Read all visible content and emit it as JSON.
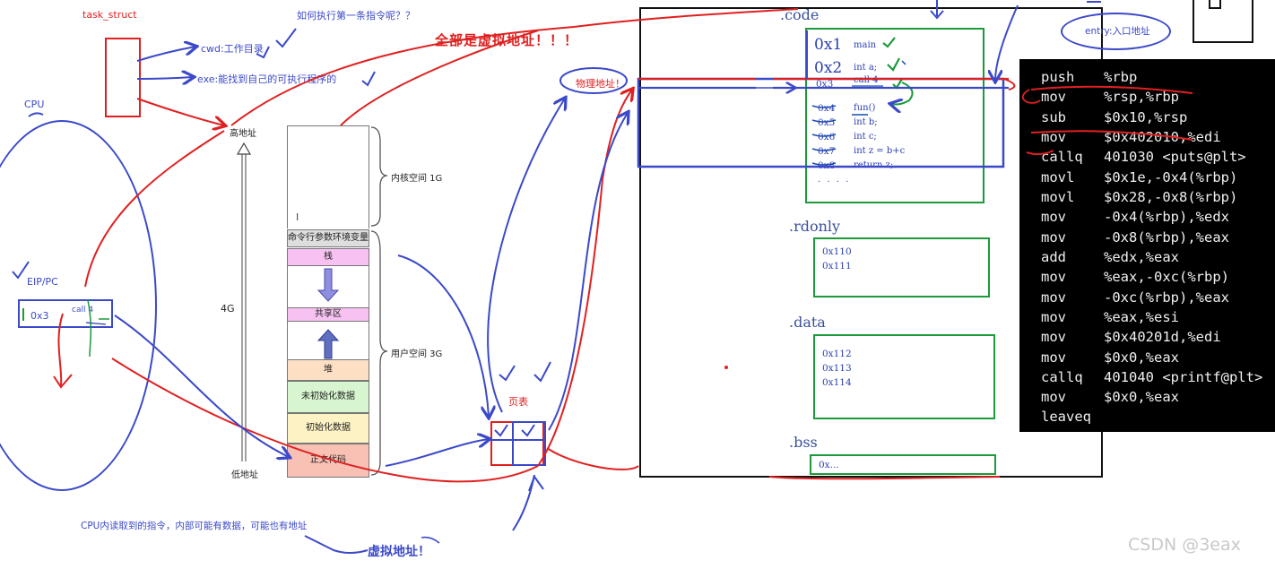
{
  "labels": {
    "task_struct": "task_struct",
    "question": "如何执行第一条指令呢？？",
    "cwd": "cwd:工作目录",
    "exe": "exe:能找到自己的可执行程序的",
    "all_virtual": "全部是虚拟地址！！！",
    "physical": "物理地址！",
    "cpu": "CPU",
    "eip_pc": "EIP/PC",
    "reg_value": "0x3",
    "reg_call": "call 4",
    "high_addr": "高地址",
    "low_addr": "低地址",
    "size_4g": "4G",
    "kernel_space": "内核空间 1G",
    "user_space": "用户空间 3G",
    "page_table": "页表",
    "cpu_note": "CPU内读取到的指令，内部可能有数据，可能也有地址",
    "virtual_addr": "虚拟地址！",
    "entry": "entry:入口地址",
    "watermark": "CSDN @3eax"
  },
  "memory_layout": {
    "segments": [
      "命令行参数环境变量",
      "栈",
      "共享区",
      "堆",
      "未初始化数据",
      "初始化数据",
      "正文代码"
    ]
  },
  "sections": {
    "code": {
      "label": ".code",
      "lines": [
        {
          "addr": "0x1",
          "text": "main"
        },
        {
          "addr": "0x2",
          "text": "int a;"
        },
        {
          "addr": "0x3",
          "text": "call 4"
        },
        {
          "addr": "0x4",
          "text": "fun()"
        },
        {
          "addr": "0x5",
          "text": "int b;"
        },
        {
          "addr": "0x6",
          "text": "int c;"
        },
        {
          "addr": "0x7",
          "text": "int z = b+c"
        },
        {
          "addr": "0x8",
          "text": "return z;"
        }
      ],
      "ellipsis": ". . . ."
    },
    "rdonly": {
      "label": ".rdonly",
      "addrs": [
        "0x110",
        "0x111"
      ]
    },
    "data": {
      "label": ".data",
      "addrs": [
        "0x112",
        "0x113",
        "0x114"
      ]
    },
    "bss": {
      "label": ".bss",
      "addr": "0x..."
    }
  },
  "disassembly": [
    {
      "op": "push",
      "args": "%rbp"
    },
    {
      "op": "mov",
      "args": "%rsp,%rbp"
    },
    {
      "op": "sub",
      "args": "$0x10,%rsp"
    },
    {
      "op": "mov",
      "args": "$0x402010,%edi"
    },
    {
      "op": "callq",
      "args": "401030 <puts@plt>"
    },
    {
      "op": "movl",
      "args": "$0x1e,-0x4(%rbp)"
    },
    {
      "op": "movl",
      "args": "$0x28,-0x8(%rbp)"
    },
    {
      "op": "mov",
      "args": "-0x4(%rbp),%edx"
    },
    {
      "op": "mov",
      "args": "-0x8(%rbp),%eax"
    },
    {
      "op": "add",
      "args": "%edx,%eax"
    },
    {
      "op": "mov",
      "args": "%eax,-0xc(%rbp)"
    },
    {
      "op": "mov",
      "args": "-0xc(%rbp),%eax"
    },
    {
      "op": "mov",
      "args": "%eax,%esi"
    },
    {
      "op": "mov",
      "args": "$0x40201d,%edi"
    },
    {
      "op": "mov",
      "args": "$0x0,%eax"
    },
    {
      "op": "callq",
      "args": "401040 <printf@plt>"
    },
    {
      "op": "mov",
      "args": "$0x0,%eax"
    },
    {
      "op": "leaveq",
      "args": ""
    }
  ],
  "colors": {
    "red_ink": "#e02020",
    "blue_ink": "#3b49c9",
    "green_ink": "#1a9a3a",
    "terminal_bg": "#000000"
  }
}
